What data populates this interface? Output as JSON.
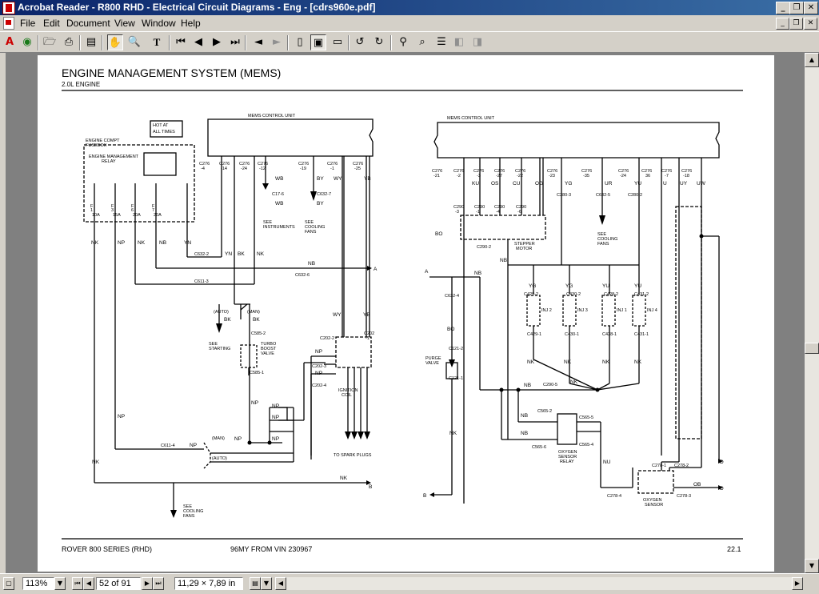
{
  "window": {
    "title": "Acrobat Reader - R800 RHD - Electrical Circuit Diagrams - Eng - [cdrs960e.pdf]"
  },
  "menu": [
    "File",
    "Edit",
    "Document",
    "View",
    "Window",
    "Help"
  ],
  "toolbar_icons": [
    "acrobat-logo",
    "open",
    "print",
    "show-hide-navigation",
    "hand-tool",
    "zoom-tool",
    "text-select-tool",
    "first-page",
    "previous-page",
    "next-page",
    "last-page",
    "go-back",
    "go-forward",
    "actual-size",
    "fit-in-window",
    "fit-width",
    "rotate-left",
    "rotate-right",
    "find",
    "search",
    "search-results",
    "previous-highlight",
    "next-highlight"
  ],
  "doc": {
    "title": "ENGINE MANAGEMENT SYSTEM (MEMS)",
    "subtitle": "2.0L ENGINE",
    "footer_left": "ROVER 800 SERIES (RHD)",
    "footer_center": "96MY FROM VIN 230967",
    "footer_right": "22.1",
    "labels": {
      "mems1": "MEMS CONTROL UNIT",
      "mems2": "MEMS CONTROL UNIT",
      "hot1": "HOT AT",
      "hot2": "ALL TIMES",
      "fusebox1": "ENGINE COMPT",
      "fusebox2": "FUSEBOX",
      "relay1": "ENGINE MANAGEMENT",
      "relay2": "RELAY",
      "f1": "F",
      "f1b": "1",
      "f1c": "10A",
      "f2": "F",
      "f2b": "3",
      "f2c": "15A",
      "f3": "F",
      "f3b": "6",
      "f3c": "20A",
      "f4": "F",
      "f4b": "7",
      "f4c": "20A",
      "c276_4": "C276",
      "c276_4b": "-4",
      "c276_14": "C276",
      "c276_14b": "-14",
      "c276_24": "C276",
      "c276_24b": "-24",
      "c276_12": "C276",
      "c276_12b": "-12",
      "c276_19": "C276",
      "c276_19b": "-19",
      "c276_1": "C276",
      "c276_1b": "-1",
      "c276_25": "C276",
      "c276_25b": "-25",
      "wb1": "WB",
      "by1": "BY",
      "wy1": "WY",
      "yb1": "YB",
      "c17_6": "C17-6",
      "c632_7": "C632-7",
      "wb2": "WB",
      "by2": "BY",
      "see_instr1": "SEE",
      "see_instr2": "INSTRUMENTS",
      "see_fans1": "SEE",
      "see_fans2": "COOLING",
      "see_fans3": "FANS",
      "nk1": "NK",
      "np1": "NP",
      "nk2": "NK",
      "nb1": "NB",
      "yn1": "YN",
      "c632_2": "C632-2",
      "yn2": "YN",
      "bk1": "BK",
      "nk3": "NK",
      "c611_3": "C611-3",
      "nb2": "NB",
      "c632_6": "C632-6",
      "arrowA1": "A",
      "auto1": "(AUTO)",
      "man1": "(MAN)",
      "bk2": "BK",
      "bk3": "BK",
      "see_start1": "SEE",
      "see_start2": "STARTING",
      "c585_2": "C585-2",
      "turbo1": "TURBO",
      "turbo2": "BOOST",
      "turbo3": "VALVE",
      "c585_1": "C585-1",
      "wy2": "WY",
      "yb2": "YB",
      "c202_2": "C202-2",
      "c202_1a": "C202",
      "c202_1b": "-1",
      "np2": "NP",
      "c202_3": "C202-3",
      "np3": "NP",
      "c202_4": "C202-4",
      "ign1": "IGNITION",
      "ign2": "COIL",
      "np4": "NP",
      "np5": "NP",
      "np6": "NP",
      "np7": "NP",
      "np8": "NP",
      "np9": "NP",
      "np10": "NP",
      "c611_4": "C611-4",
      "man2": "(MAN)",
      "auto2": "(AUTO)",
      "spark": "TO SPARK PLUGS",
      "nk4": "NK",
      "nk5": "NK",
      "arrowB1": "B",
      "see_fans4": "SEE",
      "see_fans5": "COOLING",
      "see_fans6": "FANS",
      "r_c276_21": "C276",
      "r_c276_21b": "-21",
      "r_c276_2": "C276",
      "r_c276_2b": "-2",
      "r_c276_3": "C276",
      "r_c276_3b": "-3",
      "r_c276_27": "C276",
      "r_c276_27b": "-27",
      "r_c276_22": "C276",
      "r_c276_22b": "-22",
      "r_c276_23": "C276",
      "r_c276_23b": "-23",
      "r_c276_35": "C276",
      "r_c276_35b": "-35",
      "r_c276_24": "C276",
      "r_c276_24b": "-24",
      "r_c276_36": "C276",
      "r_c276_36b": "36",
      "r_c276_7": "C276",
      "r_c276_7b": "-7",
      "r_c276_18": "C276",
      "r_c276_18b": "-18",
      "ku": "KU",
      "os": "OS",
      "cu": "CU",
      "og": "OG",
      "yg1": "YG",
      "ur": "UR",
      "yu1": "YU",
      "u": "U",
      "uy": "UY",
      "uw": "UW",
      "c280_3": "C280-3",
      "c632_5": "C632-5",
      "c280_2": "C280-2",
      "see_fans7": "SEE",
      "see_fans8": "COOLING",
      "see_fans9": "FANS",
      "c290_3": "C290",
      "c290_3b": "-3",
      "c290_1": "C290",
      "c290_1b": "-1",
      "c290_4": "C290",
      "c290_4b": "-4",
      "c290_6": "C290",
      "c290_6b": "-6",
      "c290_2": "C290-2",
      "stepper1": "STEPPER",
      "stepper2": "MOTOR",
      "bo1": "BO",
      "nb3": "NB",
      "nb4": "NB",
      "arrowA2": "A",
      "c632_4": "C632-4",
      "bo2": "BO",
      "c121_2": "C121-2",
      "purge1": "PURGE",
      "purge2": "VALVE",
      "c121_1": "C121-1",
      "yg2": "YG",
      "yg3": "YG",
      "yu2": "YU",
      "yu3": "YU",
      "c429_2": "C429-2",
      "c430_2": "C430-2",
      "c428_2": "C428-2",
      "c431_2": "C431-2",
      "inj2": "INJ 2",
      "inj3": "INJ 3",
      "inj1": "INJ 1",
      "inj4": "INJ 4",
      "c429_1": "C429-1",
      "c430_1": "C430-1",
      "c428_1": "C428-1",
      "c431_1": "C431-1",
      "nk6": "NK",
      "nk7": "NK",
      "nk8": "NK",
      "nk9": "NK",
      "nk10": "NK",
      "nb5": "NB",
      "c290_5": "C290-5",
      "nb6": "NB",
      "nb7": "NB",
      "c565_2": "C565-2",
      "c565_5": "C565-5",
      "c565_6": "C565-6",
      "c565_4": "C565-4",
      "oxy1": "OXYGEN",
      "oxy2": "SENSOR",
      "oxy3": "RELAY",
      "nk11": "NK",
      "nu": "NU",
      "c278_1": "C278-1",
      "c278_2": "C278-2",
      "c278_4": "C278-4",
      "c278_3": "C278-3",
      "ob": "OB",
      "sensor1": "OXYGEN",
      "sensor2": "SENSOR",
      "arrowB2": "B",
      "arrowD1": "D",
      "arrowD2": "D"
    }
  },
  "status": {
    "zoom": "113%",
    "page": "52 of 91",
    "size": "11,29 × 7,89 in"
  }
}
